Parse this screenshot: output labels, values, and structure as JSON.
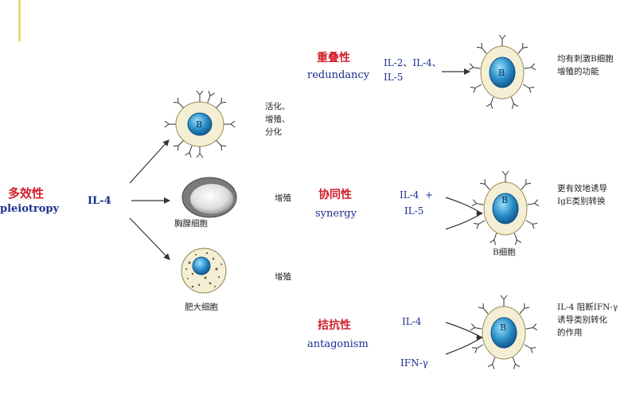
{
  "colors": {
    "heading_red": "#d11f2a",
    "label_blue": "#1b2f8f",
    "cell_cream": "#f4efd4",
    "nucleus_blue": "#2a8fc7",
    "arrow": "#333333"
  },
  "pleiotropy": {
    "title_cn": "多效性",
    "title_en": "pleiotropy",
    "cytokine": "IL-4",
    "targets": [
      {
        "effect": "活化、\n增殖、\n分化",
        "cell_label": "B"
      },
      {
        "effect": "增殖",
        "cell_label": "胸腺细胞"
      },
      {
        "effect": "增殖",
        "cell_label": "肥大细胞"
      }
    ]
  },
  "redundancy": {
    "title_cn": "重叠性",
    "title_en": "redundancy",
    "cytokines_line1": "IL-2、IL-4、",
    "cytokines_line2": "IL-5",
    "cell_label": "B",
    "description": "均有刺激B细胞\n增殖的功能"
  },
  "synergy": {
    "title_cn": "协同性",
    "title_en": "synergy",
    "cytokines_line1": "IL-4  +",
    "cytokines_line2": "IL-5",
    "cell_label": "B",
    "cell_caption": "B细胞",
    "description": "更有效地诱导\nIgE类别转换"
  },
  "antagonism": {
    "title_cn": "拮抗性",
    "title_en": "antagonism",
    "cytokine_a": "IL-4",
    "cytokine_b": "IFN-γ",
    "cell_label": "B",
    "description": "IL-4 阻断IFN-γ\n诱导类别转化\n的作用"
  }
}
